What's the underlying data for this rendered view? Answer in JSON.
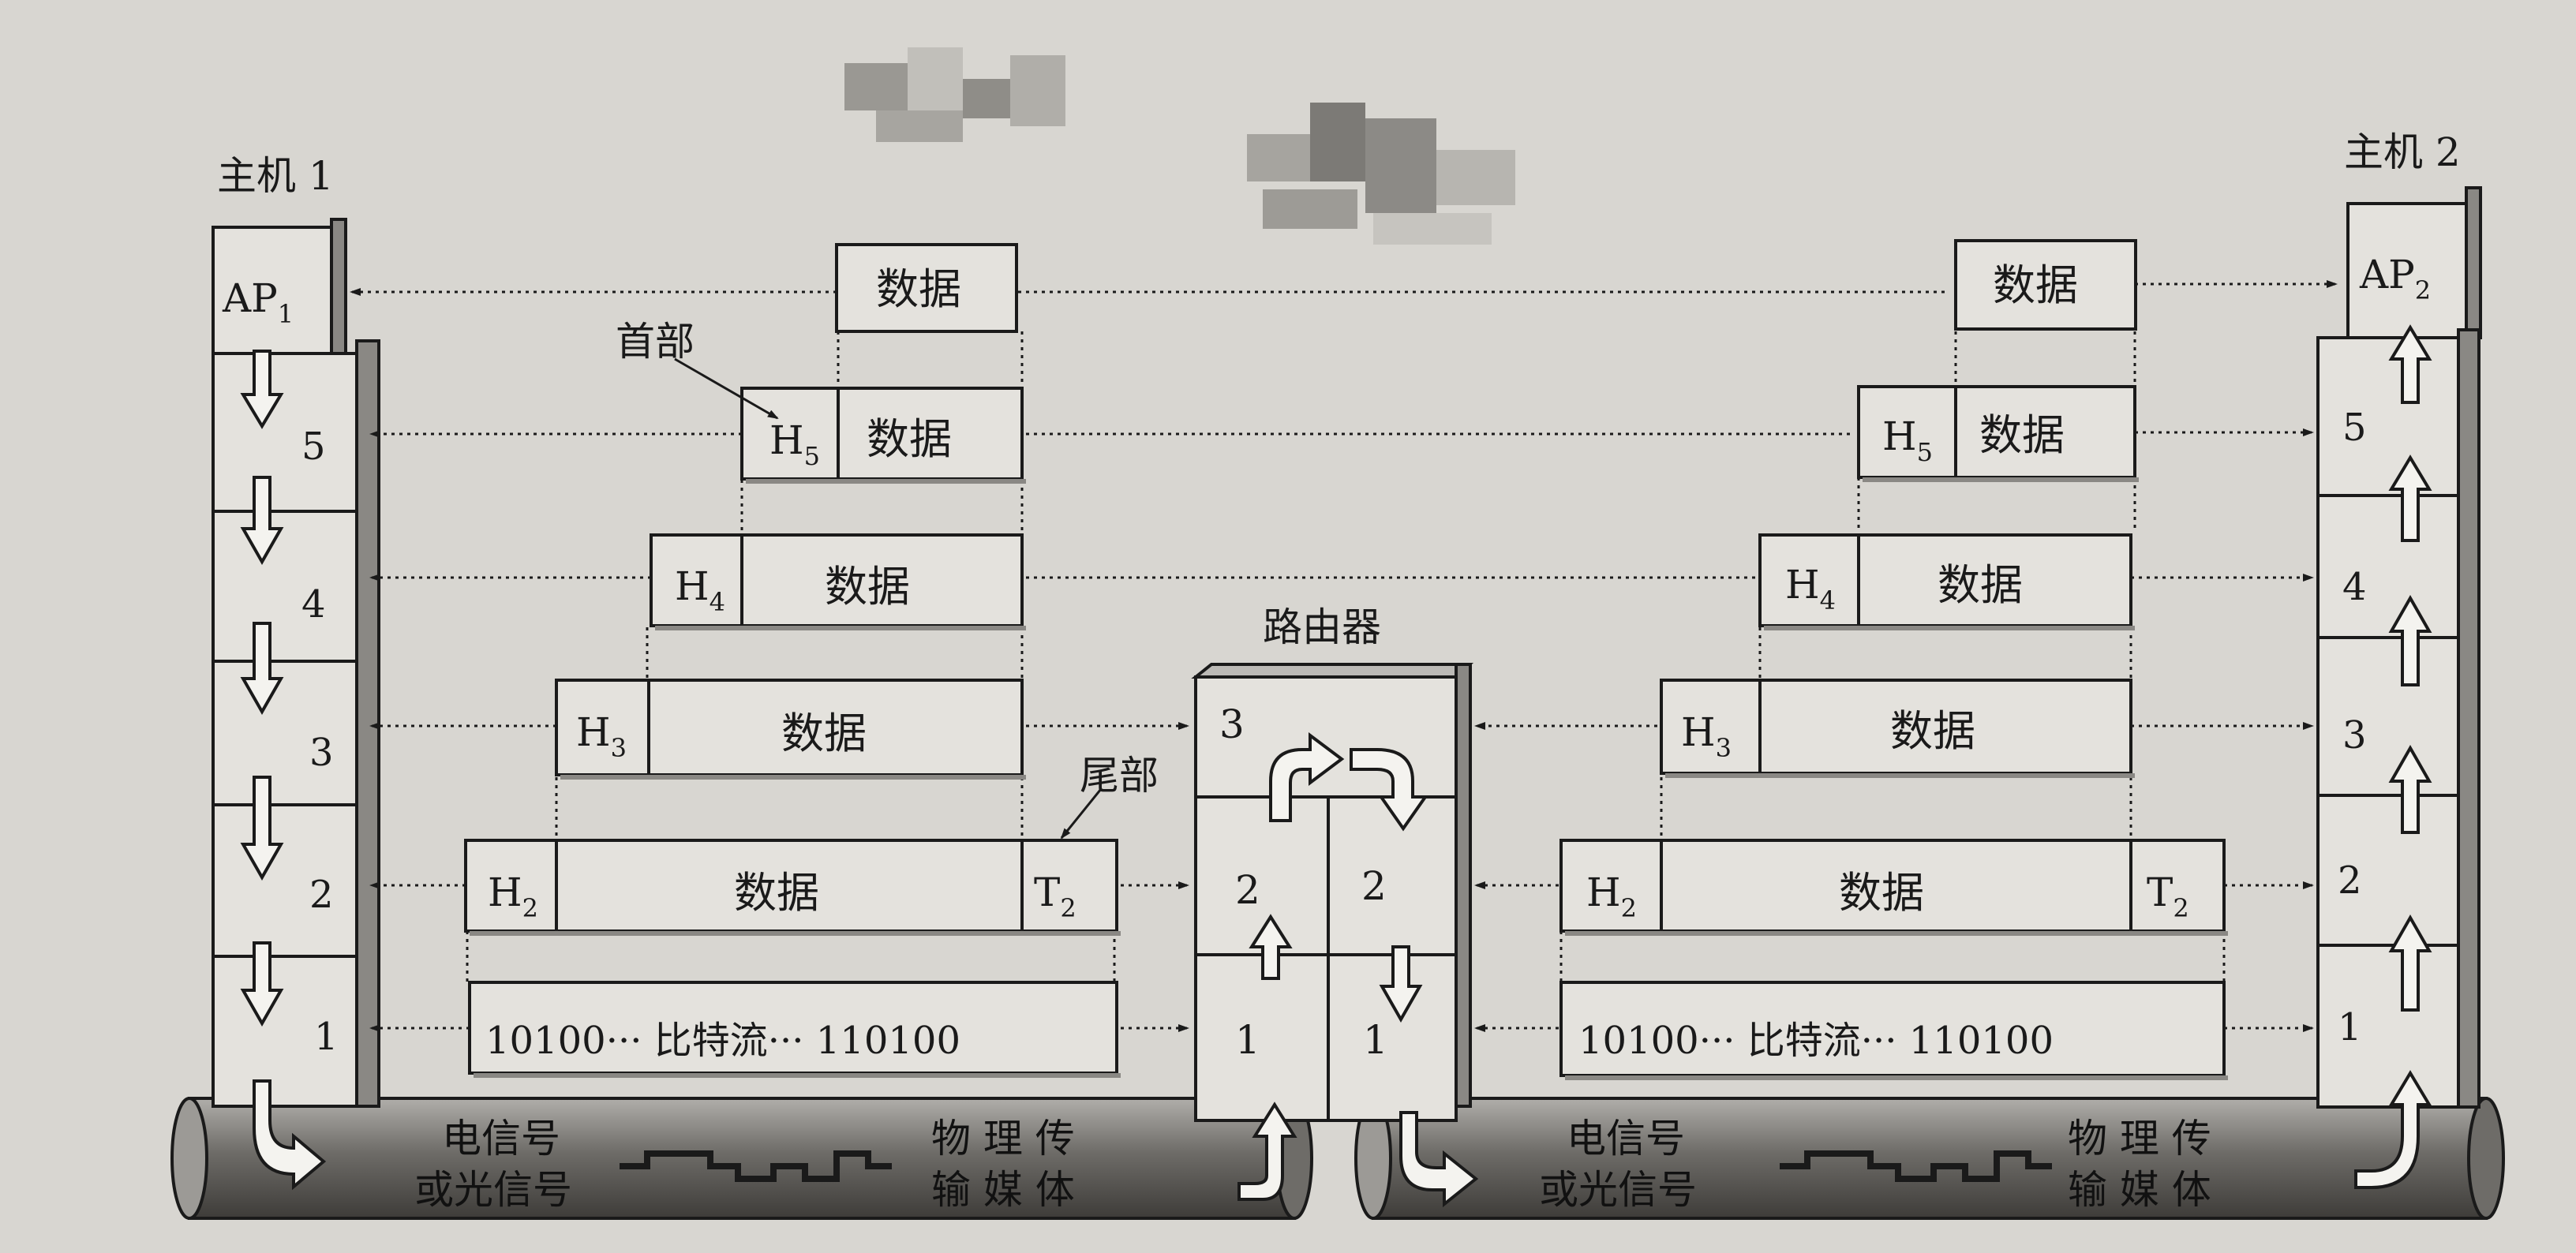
{
  "host1": {
    "name": "主机 1",
    "ap": "AP",
    "ap_sub": "1"
  },
  "host2": {
    "name": "主机 2",
    "ap": "AP",
    "ap_sub": "2"
  },
  "router": {
    "name": "路由器"
  },
  "layers": [
    "5",
    "4",
    "3",
    "2",
    "1"
  ],
  "router_layers": [
    "3",
    "2",
    "2",
    "1",
    "1"
  ],
  "labels": {
    "header": "首部",
    "trailer": "尾部"
  },
  "pdu": {
    "data": "数据",
    "h5": "H",
    "h5_sub": "5",
    "h4": "H",
    "h4_sub": "4",
    "h3": "H",
    "h3_sub": "3",
    "h2": "H",
    "h2_sub": "2",
    "t2": "T",
    "t2_sub": "2",
    "bitstream": "10100··· 比特流··· 110100"
  },
  "medium": {
    "signal_line1": "电信号",
    "signal_line2": "或光信号",
    "medium_line1": "物 理 传",
    "medium_line2": "输 媒 体"
  },
  "colors": {
    "paper": "#d8d6d1",
    "box": "#e4e2dd",
    "shade": "#8a8884",
    "ink": "#1a1a1a"
  }
}
